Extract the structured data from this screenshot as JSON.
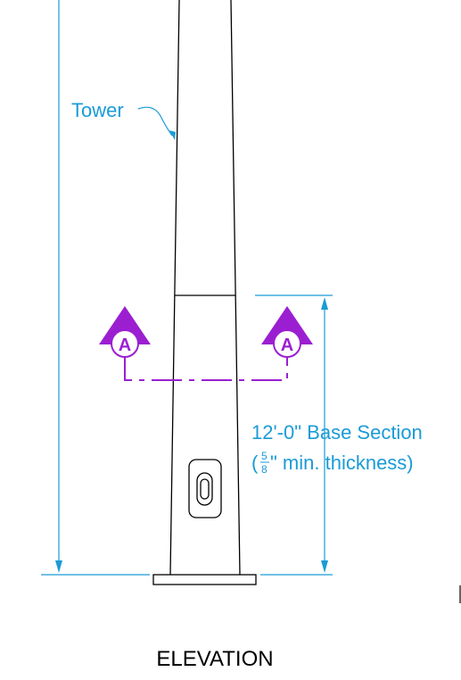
{
  "labels": {
    "tower": "Tower",
    "section_marker": "A",
    "base_section_line1": "12'-0\" Base Section",
    "base_open_paren": "(",
    "frac_num": "5",
    "frac_den": "8",
    "base_section_line2_rest": "\" min. thickness)",
    "view_title": "ELEVATION"
  },
  "colors": {
    "line": "#000000",
    "dimension": "#1a9bd7",
    "section": "#9b1fd1"
  }
}
